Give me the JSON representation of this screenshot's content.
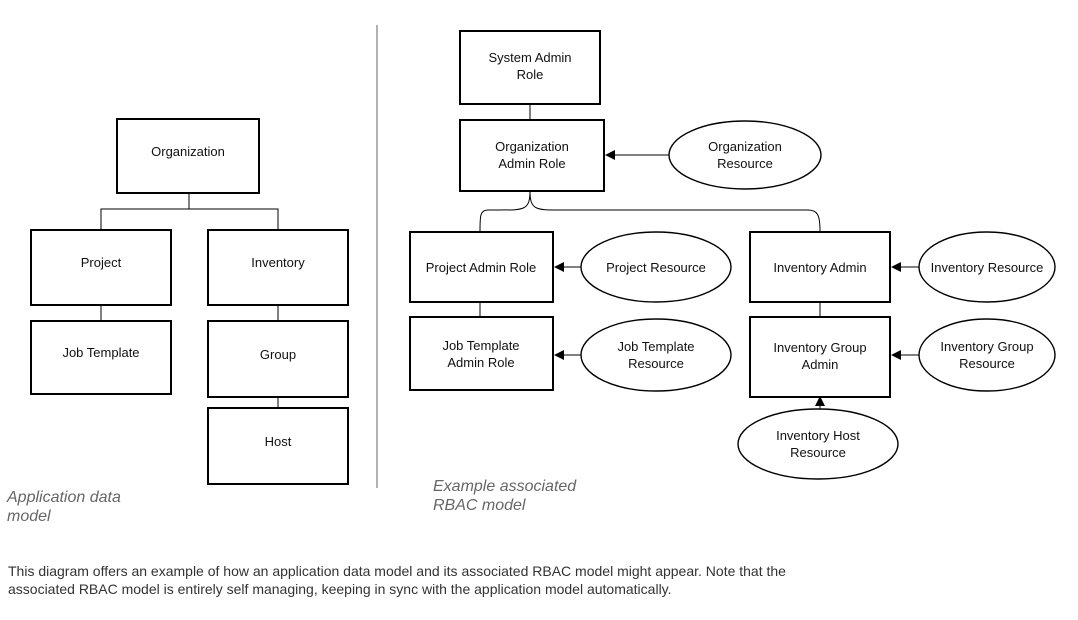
{
  "left_model": {
    "caption": [
      "Application data",
      "model"
    ],
    "nodes": {
      "organization": [
        "Organization"
      ],
      "project": [
        "Project"
      ],
      "inventory": [
        "Inventory"
      ],
      "job_template": [
        "Job Template"
      ],
      "group": [
        "Group"
      ],
      "host": [
        "Host"
      ]
    }
  },
  "right_model": {
    "caption": [
      "Example associated",
      "RBAC model"
    ],
    "roles": {
      "system_admin": [
        "System Admin",
        "Role"
      ],
      "org_admin": [
        "Organization",
        "Admin Role"
      ],
      "project_admin": [
        "Project Admin Role"
      ],
      "inventory_admin": [
        "Inventory Admin"
      ],
      "job_template_admin": [
        "Job Template",
        "Admin Role"
      ],
      "inventory_group_admin": [
        "Inventory Group",
        "Admin"
      ]
    },
    "resources": {
      "org_resource": [
        "Organization",
        "Resource"
      ],
      "project_resource": [
        "Project Resource"
      ],
      "inventory_resource": [
        "Inventory Resource"
      ],
      "job_template_resource": [
        "Job Template",
        "Resource"
      ],
      "inventory_group_resource": [
        "Inventory Group",
        "Resource"
      ],
      "inventory_host_resource": [
        "Inventory Host",
        "Resource"
      ]
    }
  },
  "description": [
    "This diagram offers an example of how an application data model and its associated RBAC model might appear. Note that the",
    "associated RBAC model is entirely self managing, keeping in sync with the application model automatically."
  ]
}
